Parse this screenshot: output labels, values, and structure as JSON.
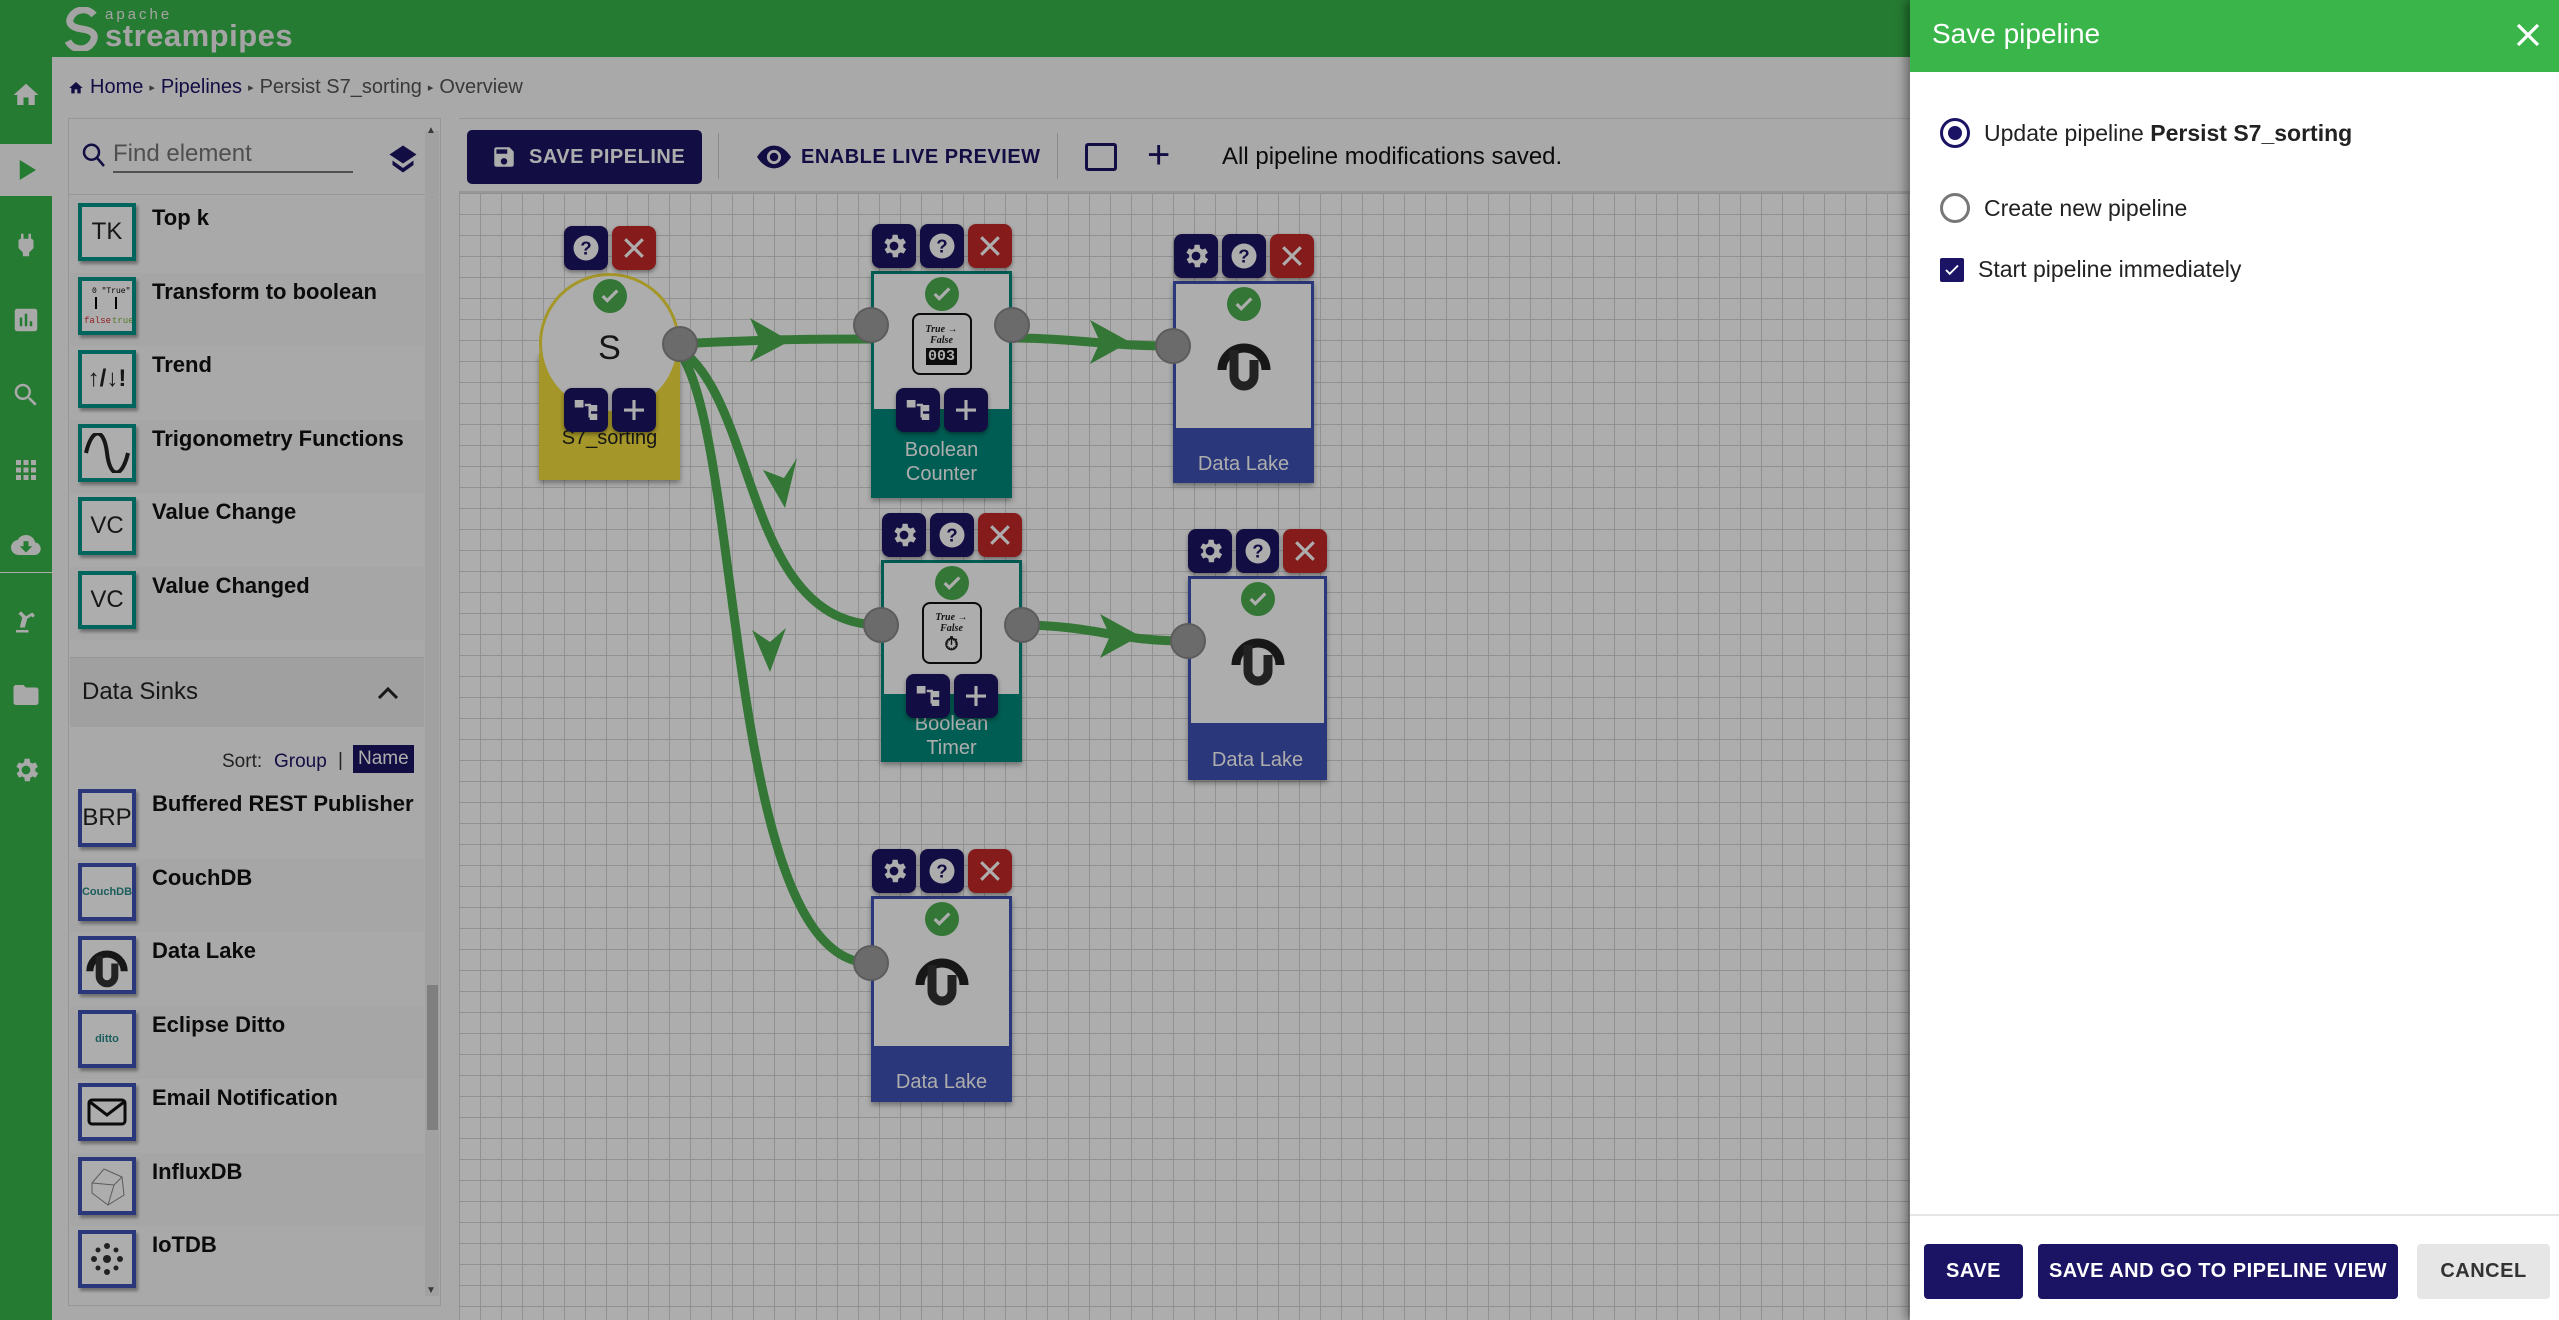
{
  "app": {
    "logo_small": "apache",
    "logo_main": "streampipes"
  },
  "nav": [
    {
      "icon": "home-icon"
    },
    {
      "icon": "play-icon",
      "active": true
    },
    {
      "icon": "plug-icon"
    },
    {
      "icon": "chart-icon"
    },
    {
      "icon": "search-icon"
    },
    {
      "icon": "apps-icon"
    },
    {
      "icon": "cloud-download-icon"
    },
    {
      "icon": "robot-arm-icon"
    },
    {
      "icon": "folder-icon"
    },
    {
      "icon": "settings-icon"
    }
  ],
  "breadcrumb": [
    "Home",
    "Pipelines",
    "Persist S7_sorting",
    "Overview"
  ],
  "sidebar": {
    "search_placeholder": "Find element",
    "processors": [
      {
        "name": "Top k",
        "icon_text": "TK"
      },
      {
        "name": "Transform to boolean",
        "icon_text": ""
      },
      {
        "name": "Trend",
        "icon_text": "↑/↓!"
      },
      {
        "name": "Trigonometry Functions",
        "icon_text": ""
      },
      {
        "name": "Value Change",
        "icon_text": "VC"
      },
      {
        "name": "Value Changed",
        "icon_text": "VC"
      }
    ],
    "sinks_header": "Data Sinks",
    "sort_label": "Sort:",
    "sort_group": "Group",
    "sort_sep": "|",
    "sort_name": "Name",
    "sinks": [
      {
        "name": "Buffered REST Publisher",
        "icon_text": "BRP"
      },
      {
        "name": "CouchDB",
        "icon_text": "CouchDB"
      },
      {
        "name": "Data Lake",
        "icon_text": ""
      },
      {
        "name": "Eclipse Ditto",
        "icon_text": "ditto"
      },
      {
        "name": "Email Notification",
        "icon_text": ""
      },
      {
        "name": "InfluxDB",
        "icon_text": ""
      },
      {
        "name": "IoTDB",
        "icon_text": ""
      }
    ]
  },
  "toolbar": {
    "save_label": "SAVE PIPELINE",
    "live_preview_label": "ENABLE LIVE PREVIEW",
    "status": "All pipeline modifications saved."
  },
  "pipeline": {
    "nodes": [
      {
        "label": "S7_sorting",
        "type": "source",
        "icon_text": "S"
      },
      {
        "label": "Boolean Counter",
        "type": "processor",
        "icon_text": "True → False",
        "counter": "003"
      },
      {
        "label": "Data Lake",
        "type": "sink"
      },
      {
        "label": "Boolean Timer",
        "type": "processor",
        "icon_text": "True → False"
      },
      {
        "label": "Data Lake",
        "type": "sink"
      },
      {
        "label": "Data Lake",
        "type": "sink"
      }
    ]
  },
  "dialog": {
    "title": "Save pipeline",
    "option_update_prefix": "Update pipeline ",
    "option_update_name": "Persist S7_sorting",
    "option_new": "Create new pipeline",
    "start_immediately": "Start pipeline immediately",
    "selected_option": "update",
    "start_checked": true,
    "buttons": {
      "save": "SAVE",
      "save_go": "SAVE AND GO TO PIPELINE VIEW",
      "cancel": "CANCEL"
    }
  },
  "colors": {
    "brand": "#39b54a",
    "primary": "#1b1464",
    "processor": "#00897b",
    "sink": "#3f51b5",
    "source": "#f2dd3c",
    "danger": "#c62828"
  }
}
